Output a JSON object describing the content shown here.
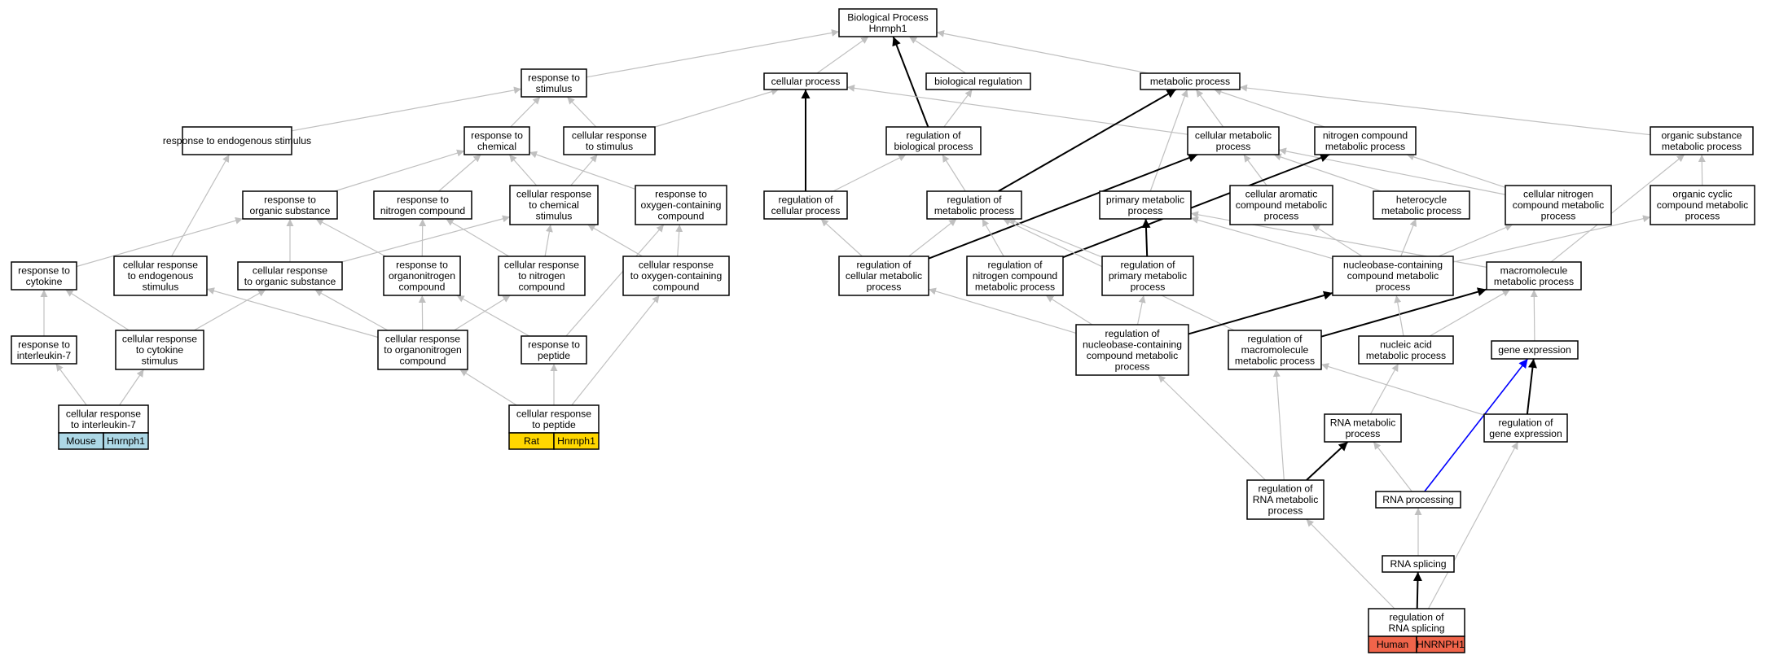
{
  "colors": {
    "edge_default": "#c0c0c0",
    "edge_strong": "#000000",
    "edge_highlight": "#0000ff",
    "mouse": "#add8e6",
    "rat": "#ffd700",
    "human": "#f0644a"
  },
  "nodes": {
    "bp": [
      "Biological Process",
      "Hnrnph1"
    ],
    "resp_stim": [
      "response to",
      "stimulus"
    ],
    "cell_proc": [
      "cellular process"
    ],
    "bio_reg": [
      "biological regulation"
    ],
    "metab": [
      "metabolic process"
    ],
    "resp_endo": [
      "response to endogenous stimulus"
    ],
    "resp_chem": [
      "response to",
      "chemical"
    ],
    "cell_resp_stim": [
      "cellular response",
      "to stimulus"
    ],
    "reg_bio": [
      "regulation of",
      "biological process"
    ],
    "cell_metab": [
      "cellular metabolic",
      "process"
    ],
    "nitro_metab": [
      "nitrogen compound",
      "metabolic process"
    ],
    "org_sub_metab": [
      "organic substance",
      "metabolic process"
    ],
    "resp_org_sub": [
      "response to",
      "organic substance"
    ],
    "resp_nitro": [
      "response to",
      "nitrogen compound"
    ],
    "cell_resp_chem": [
      "cellular response",
      "to chemical",
      "stimulus"
    ],
    "resp_oxy": [
      "response to",
      "oxygen-containing",
      "compound"
    ],
    "reg_cell_proc": [
      "regulation of",
      "cellular process"
    ],
    "reg_metab": [
      "regulation of",
      "metabolic process"
    ],
    "prim_metab": [
      "primary metabolic",
      "process"
    ],
    "cell_arom": [
      "cellular aromatic",
      "compound metabolic",
      "process"
    ],
    "hetero": [
      "heterocycle",
      "metabolic process"
    ],
    "cell_nitro": [
      "cellular nitrogen",
      "compound metabolic",
      "process"
    ],
    "org_cyc": [
      "organic cyclic",
      "compound metabolic",
      "process"
    ],
    "resp_cyto": [
      "response to",
      "cytokine"
    ],
    "cell_resp_endo": [
      "cellular response",
      "to endogenous",
      "stimulus"
    ],
    "cell_resp_org": [
      "cellular response",
      "to organic substance"
    ],
    "resp_orgnitro": [
      "response to",
      "organonitrogen",
      "compound"
    ],
    "cell_resp_nitro": [
      "cellular response",
      "to nitrogen",
      "compound"
    ],
    "cell_resp_oxy": [
      "cellular response",
      "to oxygen-containing",
      "compound"
    ],
    "reg_cell_metab": [
      "regulation of",
      "cellular metabolic",
      "process"
    ],
    "reg_nitro": [
      "regulation of",
      "nitrogen compound",
      "metabolic process"
    ],
    "reg_prim": [
      "regulation of",
      "primary metabolic",
      "process"
    ],
    "nucleo_metab": [
      "nucleobase-containing",
      "compound metabolic",
      "process"
    ],
    "macro_metab": [
      "macromolecule",
      "metabolic process"
    ],
    "resp_il7": [
      "response to",
      "interleukin-7"
    ],
    "cell_resp_cyto": [
      "cellular response",
      "to cytokine",
      "stimulus"
    ],
    "cell_resp_orgnitro": [
      "cellular response",
      "to organonitrogen",
      "compound"
    ],
    "resp_pep": [
      "response to",
      "peptide"
    ],
    "reg_nucleo": [
      "regulation of",
      "nucleobase-containing",
      "compound metabolic",
      "process"
    ],
    "reg_macro": [
      "regulation of",
      "macromolecule",
      "metabolic process"
    ],
    "nuc_acid": [
      "nucleic acid",
      "metabolic process"
    ],
    "gene_expr": [
      "gene expression"
    ],
    "cell_resp_il7": [
      "cellular response",
      "to interleukin-7"
    ],
    "cell_resp_pep": [
      "cellular response",
      "to peptide"
    ],
    "rna_metab": [
      "RNA metabolic",
      "process"
    ],
    "reg_gene": [
      "regulation of",
      "gene expression"
    ],
    "reg_rna": [
      "regulation of",
      "RNA metabolic",
      "process"
    ],
    "rna_proc": [
      "RNA processing"
    ],
    "rna_splice": [
      "RNA splicing"
    ],
    "reg_rna_splice": [
      "regulation of",
      "RNA splicing"
    ]
  },
  "annotations": {
    "cell_resp_il7": {
      "species": "Mouse",
      "gene": "Hnrnph1"
    },
    "cell_resp_pep": {
      "species": "Rat",
      "gene": "Hnrnph1"
    },
    "reg_rna_splice": {
      "species": "Human",
      "gene": "HNRNPH1"
    }
  },
  "edges": [
    [
      "resp_stim",
      "bp",
      "default"
    ],
    [
      "cell_proc",
      "bp",
      "default"
    ],
    [
      "bio_reg",
      "bp",
      "default"
    ],
    [
      "metab",
      "bp",
      "default"
    ],
    [
      "reg_bio",
      "bp",
      "strong"
    ],
    [
      "resp_endo",
      "resp_stim",
      "default"
    ],
    [
      "resp_chem",
      "resp_stim",
      "default"
    ],
    [
      "cell_resp_stim",
      "resp_stim",
      "default"
    ],
    [
      "cell_resp_stim",
      "cell_proc",
      "default"
    ],
    [
      "reg_cell_proc",
      "cell_proc",
      "strong"
    ],
    [
      "reg_bio",
      "bio_reg",
      "default"
    ],
    [
      "cell_metab",
      "cell_proc",
      "default"
    ],
    [
      "cell_metab",
      "metab",
      "default"
    ],
    [
      "nitro_metab",
      "metab",
      "default"
    ],
    [
      "org_sub_metab",
      "metab",
      "default"
    ],
    [
      "prim_metab",
      "metab",
      "default"
    ],
    [
      "reg_metab",
      "metab",
      "strong"
    ],
    [
      "resp_org_sub",
      "resp_chem",
      "default"
    ],
    [
      "resp_nitro",
      "resp_chem",
      "default"
    ],
    [
      "cell_resp_chem",
      "resp_chem",
      "default"
    ],
    [
      "resp_oxy",
      "resp_chem",
      "default"
    ],
    [
      "cell_resp_chem",
      "cell_resp_stim",
      "default"
    ],
    [
      "reg_cell_proc",
      "reg_bio",
      "default"
    ],
    [
      "reg_metab",
      "reg_bio",
      "default"
    ],
    [
      "cell_arom",
      "cell_metab",
      "default"
    ],
    [
      "hetero",
      "cell_metab",
      "default"
    ],
    [
      "cell_nitro",
      "cell_metab",
      "default"
    ],
    [
      "cell_nitro",
      "nitro_metab",
      "default"
    ],
    [
      "reg_nitro",
      "nitro_metab",
      "strong"
    ],
    [
      "reg_cell_metab",
      "cell_metab",
      "strong"
    ],
    [
      "org_cyc",
      "org_sub_metab",
      "default"
    ],
    [
      "macro_metab",
      "org_sub_metab",
      "default"
    ],
    [
      "cell_resp_endo",
      "resp_endo",
      "default"
    ],
    [
      "resp_cyto",
      "resp_org_sub",
      "default"
    ],
    [
      "cell_resp_org",
      "resp_org_sub",
      "default"
    ],
    [
      "resp_orgnitro",
      "resp_org_sub",
      "default"
    ],
    [
      "resp_orgnitro",
      "resp_nitro",
      "default"
    ],
    [
      "cell_resp_nitro",
      "resp_nitro",
      "default"
    ],
    [
      "cell_resp_org",
      "cell_resp_chem",
      "default"
    ],
    [
      "cell_resp_nitro",
      "cell_resp_chem",
      "default"
    ],
    [
      "cell_resp_oxy",
      "cell_resp_chem",
      "default"
    ],
    [
      "cell_resp_oxy",
      "resp_oxy",
      "default"
    ],
    [
      "resp_pep",
      "resp_oxy",
      "default"
    ],
    [
      "reg_cell_metab",
      "reg_cell_proc",
      "default"
    ],
    [
      "reg_cell_metab",
      "reg_metab",
      "default"
    ],
    [
      "reg_nitro",
      "reg_metab",
      "default"
    ],
    [
      "reg_prim",
      "reg_metab",
      "default"
    ],
    [
      "reg_macro",
      "reg_metab",
      "default"
    ],
    [
      "reg_prim",
      "prim_metab",
      "strong"
    ],
    [
      "nucleo_metab",
      "prim_metab",
      "default"
    ],
    [
      "nucleo_metab",
      "cell_arom",
      "default"
    ],
    [
      "nucleo_metab",
      "hetero",
      "default"
    ],
    [
      "nucleo_metab",
      "cell_nitro",
      "default"
    ],
    [
      "nucleo_metab",
      "org_cyc",
      "default"
    ],
    [
      "macro_metab",
      "prim_metab",
      "default"
    ],
    [
      "resp_il7",
      "resp_cyto",
      "default"
    ],
    [
      "cell_resp_cyto",
      "resp_cyto",
      "default"
    ],
    [
      "cell_resp_cyto",
      "cell_resp_org",
      "default"
    ],
    [
      "cell_resp_orgnitro",
      "cell_resp_org",
      "default"
    ],
    [
      "cell_resp_orgnitro",
      "resp_orgnitro",
      "default"
    ],
    [
      "cell_resp_orgnitro",
      "cell_resp_nitro",
      "default"
    ],
    [
      "resp_pep",
      "resp_orgnitro",
      "default"
    ],
    [
      "cell_resp_orgnitro",
      "cell_resp_endo",
      "default"
    ],
    [
      "reg_nucleo",
      "reg_cell_metab",
      "default"
    ],
    [
      "reg_nucleo",
      "reg_nitro",
      "default"
    ],
    [
      "reg_nucleo",
      "reg_prim",
      "default"
    ],
    [
      "reg_nucleo",
      "nucleo_metab",
      "strong"
    ],
    [
      "reg_macro",
      "macro_metab",
      "strong"
    ],
    [
      "nuc_acid",
      "nucleo_metab",
      "default"
    ],
    [
      "nuc_acid",
      "macro_metab",
      "default"
    ],
    [
      "gene_expr",
      "macro_metab",
      "default"
    ],
    [
      "cell_resp_il7",
      "resp_il7",
      "default"
    ],
    [
      "cell_resp_il7",
      "cell_resp_cyto",
      "default"
    ],
    [
      "cell_resp_pep",
      "cell_resp_orgnitro",
      "default"
    ],
    [
      "cell_resp_pep",
      "resp_pep",
      "default"
    ],
    [
      "cell_resp_pep",
      "cell_resp_oxy",
      "default"
    ],
    [
      "rna_metab",
      "nuc_acid",
      "default"
    ],
    [
      "reg_gene",
      "gene_expr",
      "strong"
    ],
    [
      "reg_gene",
      "reg_macro",
      "default"
    ],
    [
      "reg_rna",
      "rna_metab",
      "strong"
    ],
    [
      "reg_rna",
      "reg_nucleo",
      "default"
    ],
    [
      "reg_rna",
      "reg_macro",
      "default"
    ],
    [
      "rna_proc",
      "rna_metab",
      "default"
    ],
    [
      "rna_proc",
      "gene_expr",
      "highlight"
    ],
    [
      "rna_splice",
      "rna_proc",
      "default"
    ],
    [
      "reg_rna_splice",
      "rna_splice",
      "strong"
    ],
    [
      "reg_rna_splice",
      "reg_rna",
      "default"
    ],
    [
      "reg_rna_splice",
      "reg_gene",
      "default"
    ]
  ]
}
